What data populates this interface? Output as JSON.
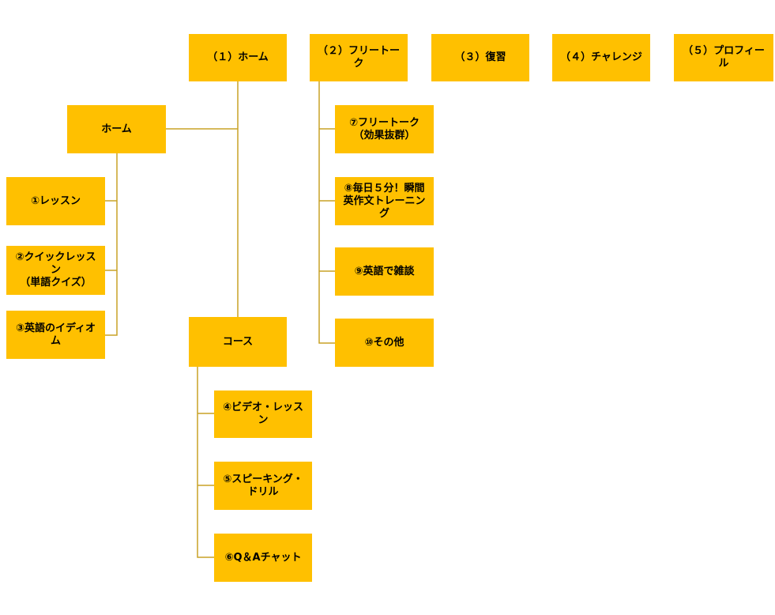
{
  "colors": {
    "box_fill": "#ffc000",
    "connector": "#c9a227",
    "text": "#000000",
    "background": "#ffffff"
  },
  "top_tabs": [
    {
      "label": "（１）ホーム"
    },
    {
      "label": "（２）フリートーク"
    },
    {
      "label": "（３）復習"
    },
    {
      "label": "（４）チャレンジ"
    },
    {
      "label": "（５）プロフィール"
    }
  ],
  "home_branch": {
    "home": "ホーム",
    "items": [
      {
        "label": "①レッスン"
      },
      {
        "label": "②クイックレッスン\n（単語クイズ）"
      },
      {
        "label": "③英語のイディオム"
      }
    ]
  },
  "course_branch": {
    "course": "コース",
    "items": [
      {
        "label": "④ビデオ・レッスン"
      },
      {
        "label": "⑤スピーキング・ドリル"
      },
      {
        "label": "⑥Q＆Aチャット"
      }
    ]
  },
  "freetalk_branch": {
    "items": [
      {
        "label": "⑦フリートーク（効果抜群）"
      },
      {
        "label": "⑧毎日５分！瞬間英作文トレーニング"
      },
      {
        "label": "⑨英語で雑談"
      },
      {
        "label": "⑩その他"
      }
    ]
  }
}
